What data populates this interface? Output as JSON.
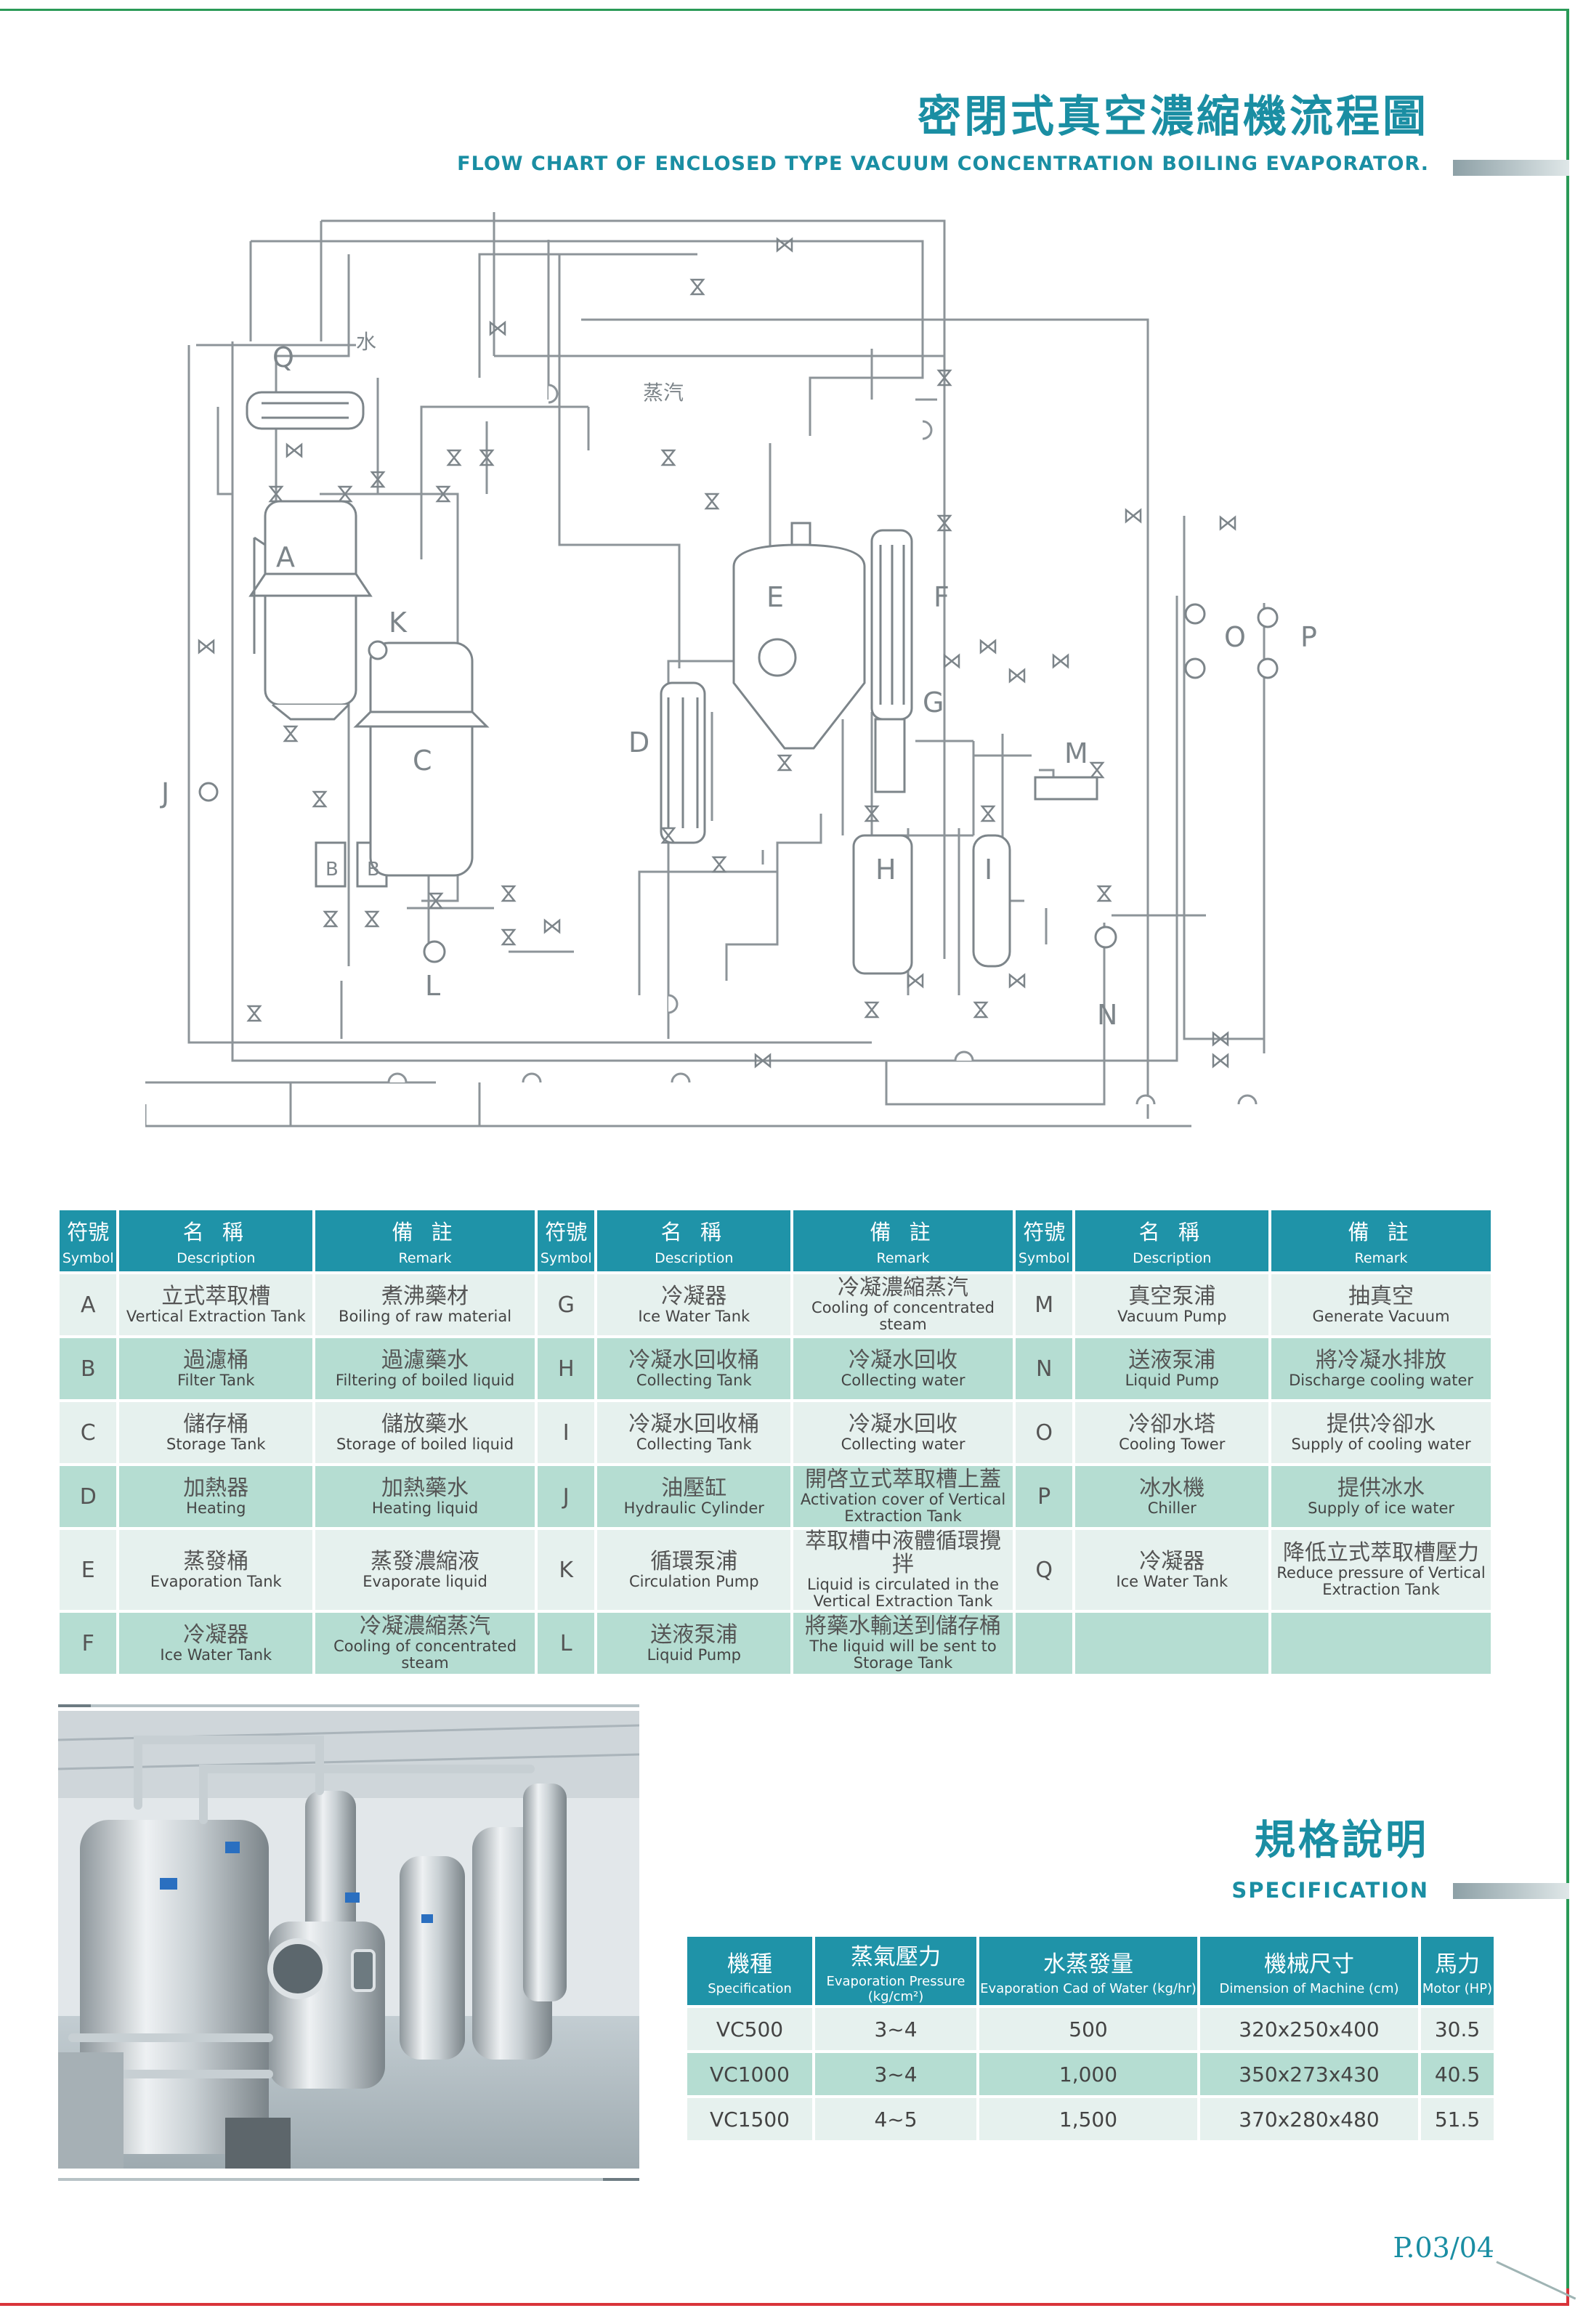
{
  "header": {
    "title_zh": "密閉式真空濃縮機流程圖",
    "title_en": "FLOW CHART OF ENCLOSED TYPE VACUUM CONCENTRATION BOILING EVAPORATOR."
  },
  "diagram": {
    "labels": {
      "A": "A",
      "B1": "B",
      "B2": "B",
      "C": "C",
      "D": "D",
      "E": "E",
      "F": "F",
      "G": "G",
      "H": "H",
      "I": "I",
      "J": "J",
      "K": "K",
      "L": "L",
      "M": "M",
      "N": "N",
      "O": "O",
      "P": "P",
      "Q": "Q",
      "water": "水",
      "steam": "蒸汽"
    }
  },
  "legend": {
    "headers": {
      "symbol_zh": "符號",
      "symbol_en": "Symbol",
      "name_zh": "名 稱",
      "name_en": "Description",
      "remark_zh": "備 註",
      "remark_en": "Remark"
    },
    "rows": [
      [
        {
          "sym": "A",
          "name_zh": "立式萃取槽",
          "name_en": "Vertical Extraction Tank",
          "remark_zh": "煮沸藥材",
          "remark_en": "Boiling of raw material"
        },
        {
          "sym": "G",
          "name_zh": "冷凝器",
          "name_en": "Ice Water Tank",
          "remark_zh": "冷凝濃縮蒸汽",
          "remark_en": "Cooling of concentrated steam"
        },
        {
          "sym": "M",
          "name_zh": "真空泵浦",
          "name_en": "Vacuum Pump",
          "remark_zh": "抽真空",
          "remark_en": "Generate Vacuum"
        }
      ],
      [
        {
          "sym": "B",
          "name_zh": "過濾桶",
          "name_en": "Filter Tank",
          "remark_zh": "過濾藥水",
          "remark_en": "Filtering of boiled liquid"
        },
        {
          "sym": "H",
          "name_zh": "冷凝水回收桶",
          "name_en": "Collecting Tank",
          "remark_zh": "冷凝水回收",
          "remark_en": "Collecting water"
        },
        {
          "sym": "N",
          "name_zh": "送液泵浦",
          "name_en": "Liquid Pump",
          "remark_zh": "將冷凝水排放",
          "remark_en": "Discharge cooling water"
        }
      ],
      [
        {
          "sym": "C",
          "name_zh": "儲存桶",
          "name_en": "Storage Tank",
          "remark_zh": "儲放藥水",
          "remark_en": "Storage of boiled liquid"
        },
        {
          "sym": "I",
          "name_zh": "冷凝水回收桶",
          "name_en": "Collecting Tank",
          "remark_zh": "冷凝水回收",
          "remark_en": "Collecting water"
        },
        {
          "sym": "O",
          "name_zh": "冷卻水塔",
          "name_en": "Cooling Tower",
          "remark_zh": "提供冷卻水",
          "remark_en": "Supply of cooling water"
        }
      ],
      [
        {
          "sym": "D",
          "name_zh": "加熱器",
          "name_en": "Heating",
          "remark_zh": "加熱藥水",
          "remark_en": "Heating liquid"
        },
        {
          "sym": "J",
          "name_zh": "油壓缸",
          "name_en": "Hydraulic Cylinder",
          "remark_zh": "開啓立式萃取槽上蓋",
          "remark_en": "Activation cover of Vertical Extraction Tank"
        },
        {
          "sym": "P",
          "name_zh": "冰水機",
          "name_en": "Chiller",
          "remark_zh": "提供冰水",
          "remark_en": "Supply of ice water"
        }
      ],
      [
        {
          "sym": "E",
          "name_zh": "蒸發桶",
          "name_en": "Evaporation Tank",
          "remark_zh": "蒸發濃縮液",
          "remark_en": "Evaporate liquid"
        },
        {
          "sym": "K",
          "name_zh": "循環泵浦",
          "name_en": "Circulation Pump",
          "remark_zh": "萃取槽中液體循環攪拌",
          "remark_en": "Liquid is circulated in the Vertical Extraction Tank"
        },
        {
          "sym": "Q",
          "name_zh": "冷凝器",
          "name_en": "Ice Water Tank",
          "remark_zh": "降低立式萃取槽壓力",
          "remark_en": "Reduce pressure of Vertical Extraction Tank"
        }
      ],
      [
        {
          "sym": "F",
          "name_zh": "冷凝器",
          "name_en": "Ice Water Tank",
          "remark_zh": "冷凝濃縮蒸汽",
          "remark_en": "Cooling of concentrated steam"
        },
        {
          "sym": "L",
          "name_zh": "送液泵浦",
          "name_en": "Liquid Pump",
          "remark_zh": "將藥水輸送到儲存桶",
          "remark_en": "The liquid will be sent to Storage Tank"
        },
        {
          "sym": "",
          "name_zh": "",
          "name_en": "",
          "remark_zh": "",
          "remark_en": ""
        }
      ]
    ]
  },
  "spec": {
    "title_zh": "規格說明",
    "title_en": "SPECIFICATION",
    "headers": [
      {
        "zh": "機種",
        "en": "Specification"
      },
      {
        "zh": "蒸氣壓力",
        "en": "Evaporation Pressure (kg/cm²)"
      },
      {
        "zh": "水蒸發量",
        "en": "Evaporation Cad of Water (kg/hr)"
      },
      {
        "zh": "機械尺寸",
        "en": "Dimension of Machine (cm)"
      },
      {
        "zh": "馬力",
        "en": "Motor (HP)"
      }
    ],
    "rows": [
      [
        "VC500",
        "3~4",
        "500",
        "320x250x400",
        "30.5"
      ],
      [
        "VC1000",
        "3~4",
        "1,000",
        "350x273x430",
        "40.5"
      ],
      [
        "VC1500",
        "4~5",
        "1,500",
        "370x280x480",
        "51.5"
      ]
    ]
  },
  "page_number": "P.03/04"
}
